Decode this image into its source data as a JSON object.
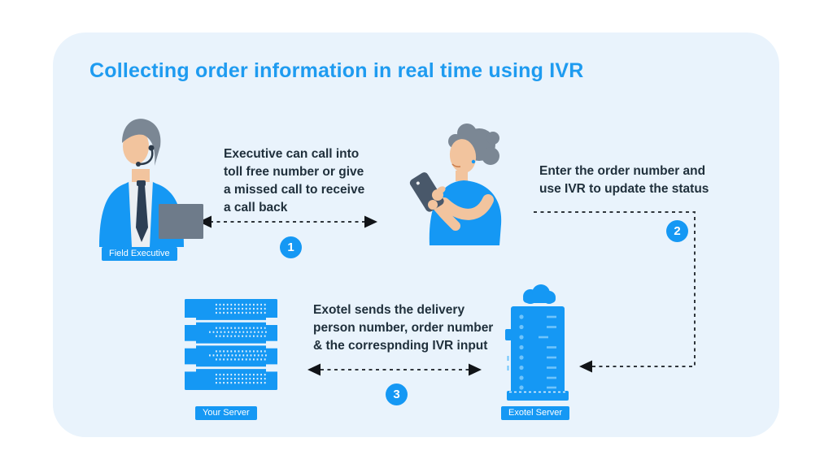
{
  "title": "Collecting order information in real time using IVR",
  "steps": [
    {
      "number": "1",
      "text": "Executive can call into\ntoll free number or give\na missed call to receive\na call back"
    },
    {
      "number": "2",
      "text": "Enter the order number and\nuse IVR to update the status"
    },
    {
      "number": "3",
      "text": "Exotel sends the delivery\nperson number, order number\n& the correspnding IVR input"
    }
  ],
  "actors": [
    {
      "label": "Field Executive"
    },
    {
      "label": "Your Server"
    },
    {
      "label": "Exotel Server"
    }
  ],
  "colors": {
    "accent_blue": "#1598F4",
    "title_blue": "#1E9BF0",
    "card_background": "#E9F3FC",
    "body_text": "#20303C",
    "connector_dark": "#30363C",
    "skin": "#F2C49E",
    "hair_gray": "#7B8794",
    "briefcase_gray": "#6E7B8A",
    "phone_dark": "#49586A",
    "shirt_light": "#EBEFF3",
    "tie_navy": "#2C3E54",
    "server_detail_light": "#6FC4FB",
    "label_text": "#FFFFFF"
  }
}
